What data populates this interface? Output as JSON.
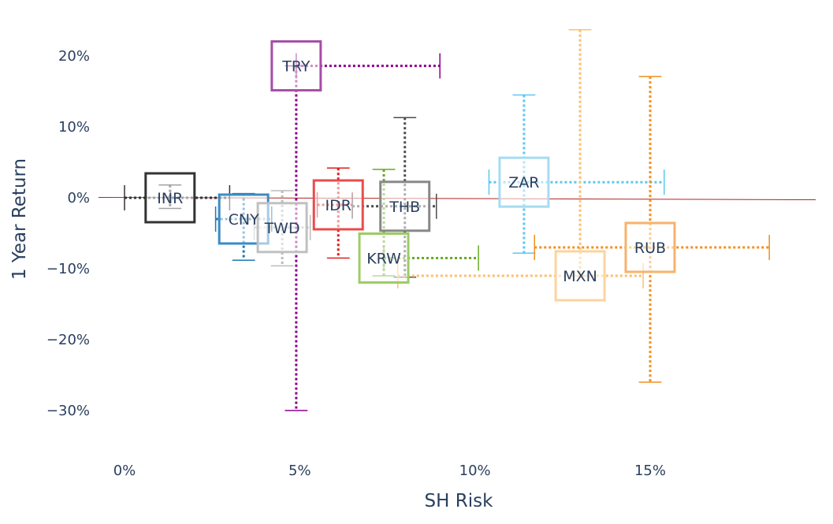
{
  "chart_data": {
    "type": "scatter",
    "title": "",
    "xlabel": "SH Risk",
    "ylabel": "1 Year Return",
    "xlim": [
      -0.03,
      0.197
    ],
    "ylim": [
      -0.36,
      0.255
    ],
    "x_ticks": [
      {
        "value": 0.0,
        "label": "0%"
      },
      {
        "value": 0.05,
        "label": "5%"
      },
      {
        "value": 0.1,
        "label": "10%"
      },
      {
        "value": 0.15,
        "label": "15%"
      }
    ],
    "y_ticks": [
      {
        "value": 0.2,
        "label": "20%"
      },
      {
        "value": 0.1,
        "label": "10%"
      },
      {
        "value": 0.0,
        "label": "0%"
      },
      {
        "value": -0.1,
        "label": "−10%"
      },
      {
        "value": -0.2,
        "label": "−20%"
      },
      {
        "value": -0.3,
        "label": "−30%"
      }
    ],
    "grid": false,
    "legend": "none",
    "zero_line_color": "#b22222",
    "points": [
      {
        "name": "INR",
        "x": 0.013,
        "y": 0.0,
        "x_lo": 0.0,
        "x_hi": 0.03,
        "y_lo": -0.015,
        "y_hi": 0.018,
        "color": "#333333",
        "box": "#333333"
      },
      {
        "name": "CNY",
        "x": 0.034,
        "y": -0.03,
        "x_lo": 0.026,
        "x_hi": 0.042,
        "y_lo": -0.088,
        "y_hi": 0.006,
        "color": "#1f77b4",
        "box": "#3a8cc4"
      },
      {
        "name": "TWD",
        "x": 0.045,
        "y": -0.042,
        "x_lo": 0.037,
        "x_hi": 0.053,
        "y_lo": -0.096,
        "y_hi": 0.01,
        "color": "#bbbbbb",
        "box": "#c0c0c0"
      },
      {
        "name": "TRY",
        "x": 0.049,
        "y": 0.186,
        "x_lo": 0.049,
        "x_hi": 0.09,
        "y_lo": -0.3,
        "y_hi": 0.186,
        "color": "#8b008b",
        "box": "#a64ca6"
      },
      {
        "name": "IDR",
        "x": 0.061,
        "y": -0.01,
        "x_lo": 0.055,
        "x_hi": 0.065,
        "y_lo": -0.085,
        "y_hi": 0.042,
        "color": "#e41a1c",
        "box": "#e84c4c"
      },
      {
        "name": "KRW",
        "x": 0.074,
        "y": -0.085,
        "x_lo": 0.074,
        "x_hi": 0.101,
        "y_lo": -0.11,
        "y_hi": 0.04,
        "color": "#66aa22",
        "box": "#9ccc66"
      },
      {
        "name": "THB",
        "x": 0.08,
        "y": -0.012,
        "x_lo": 0.065,
        "x_hi": 0.089,
        "y_lo": -0.112,
        "y_hi": 0.113,
        "color": "#4d4d4d",
        "box": "#888888"
      },
      {
        "name": "ZAR",
        "x": 0.114,
        "y": 0.022,
        "x_lo": 0.104,
        "x_hi": 0.154,
        "y_lo": -0.078,
        "y_hi": 0.145,
        "color": "#5bc8f0",
        "box": "#a5dcf2"
      },
      {
        "name": "MXN",
        "x": 0.13,
        "y": -0.11,
        "x_lo": 0.078,
        "x_hi": 0.148,
        "y_lo": -0.11,
        "y_hi": 0.237,
        "color": "#fdbf6f",
        "box": "#fcd49e"
      },
      {
        "name": "RUB",
        "x": 0.15,
        "y": -0.07,
        "x_lo": 0.117,
        "x_hi": 0.184,
        "y_lo": -0.26,
        "y_hi": 0.171,
        "color": "#f0901e",
        "box": "#f6b36b"
      }
    ]
  }
}
